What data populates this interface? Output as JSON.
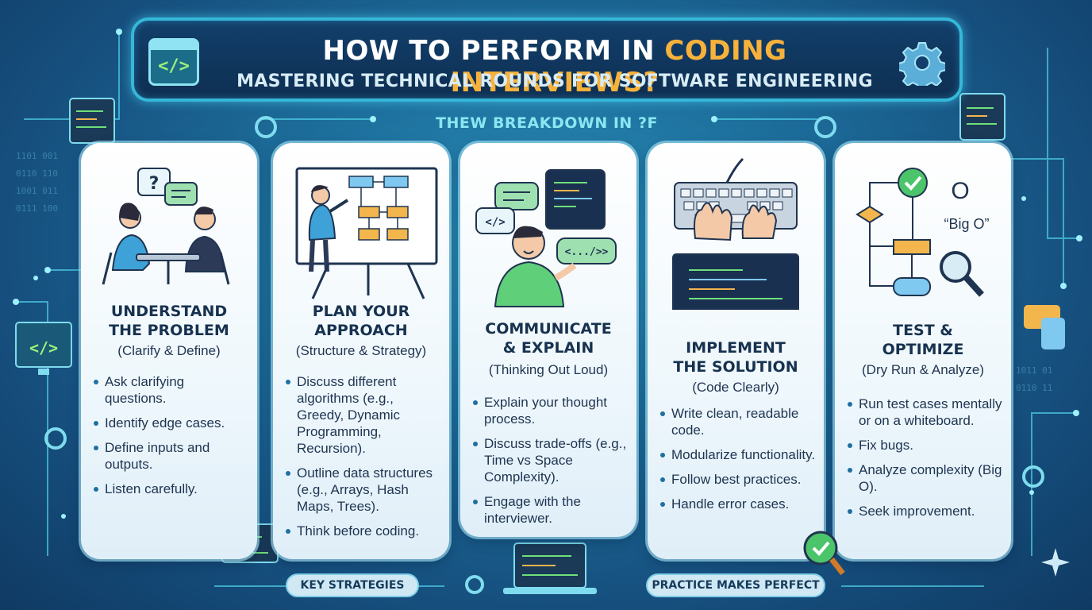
{
  "header": {
    "title_pre": "HOW TO PERFORM IN ",
    "title_highlight": "CODING INTERVIEWS?",
    "subtitle": "MASTERING TECHNICAL ROUNDS FOR SOFTWARE ENGINEERING",
    "code_glyph": "</>",
    "icons": [
      "code-window-icon",
      "gear-icon"
    ]
  },
  "breakdown_label": "THEW BREAKDOWN IN ?F",
  "colors": {
    "accent": "#f7b23b",
    "frame": "#35b8d8",
    "title_text": "#17324f"
  },
  "cards": [
    {
      "title_line1": "UNDERSTAND",
      "title_line2": "THE PROBLEM",
      "subtitle": "(Clarify & Define)",
      "bullets": [
        "Ask clarifying questions.",
        "Identify edge cases.",
        "Define inputs and outputs.",
        "Listen carefully."
      ],
      "illustration": "interview-conversation-icon"
    },
    {
      "title_line1": "PLAN YOUR",
      "title_line2": "APPROACH",
      "subtitle": "(Structure & Strategy)",
      "bullets": [
        "Discuss different algorithms (e.g., Greedy, Dynamic Programming, Recursion).",
        "Outline data structures (e.g., Arrays, Hash Maps, Trees).",
        "Think before coding."
      ],
      "illustration": "whiteboard-planning-icon"
    },
    {
      "title_line1": "COMMUNICATE",
      "title_line2": "& EXPLAIN",
      "subtitle": "(Thinking Out Loud)",
      "bullets": [
        "Explain your thought process.",
        "Discuss trade-offs (e.g., Time vs Space Complexity).",
        "Engage with the interviewer."
      ],
      "illustration": "speaking-developer-icon",
      "bubble_left": "</>",
      "bubble_right": "<.../>>"
    },
    {
      "title_line1": "IMPLEMENT",
      "title_line2": "THE SOLUTION",
      "subtitle": "(Code Clearly)",
      "bullets": [
        "Write clean, readable code.",
        "Modularize functionality.",
        "Follow best practices.",
        "Handle error cases."
      ],
      "illustration": "keyboard-typing-icon"
    },
    {
      "title_line1": "TEST &",
      "title_line2": "OPTIMIZE",
      "subtitle": "(Dry Run & Analyze)",
      "bullets": [
        "Run test cases mentally or on a whiteboard.",
        "Fix bugs.",
        "Analyze complexity (Big O).",
        "Seek improvement."
      ],
      "illustration": "flowchart-check-icon",
      "big_o_symbol": "O",
      "big_o_label": "“Big O”"
    }
  ],
  "footer": {
    "left_pill": "KEY STRATEGIES",
    "right_pill": "PRACTICE MAKES PERFECT"
  }
}
